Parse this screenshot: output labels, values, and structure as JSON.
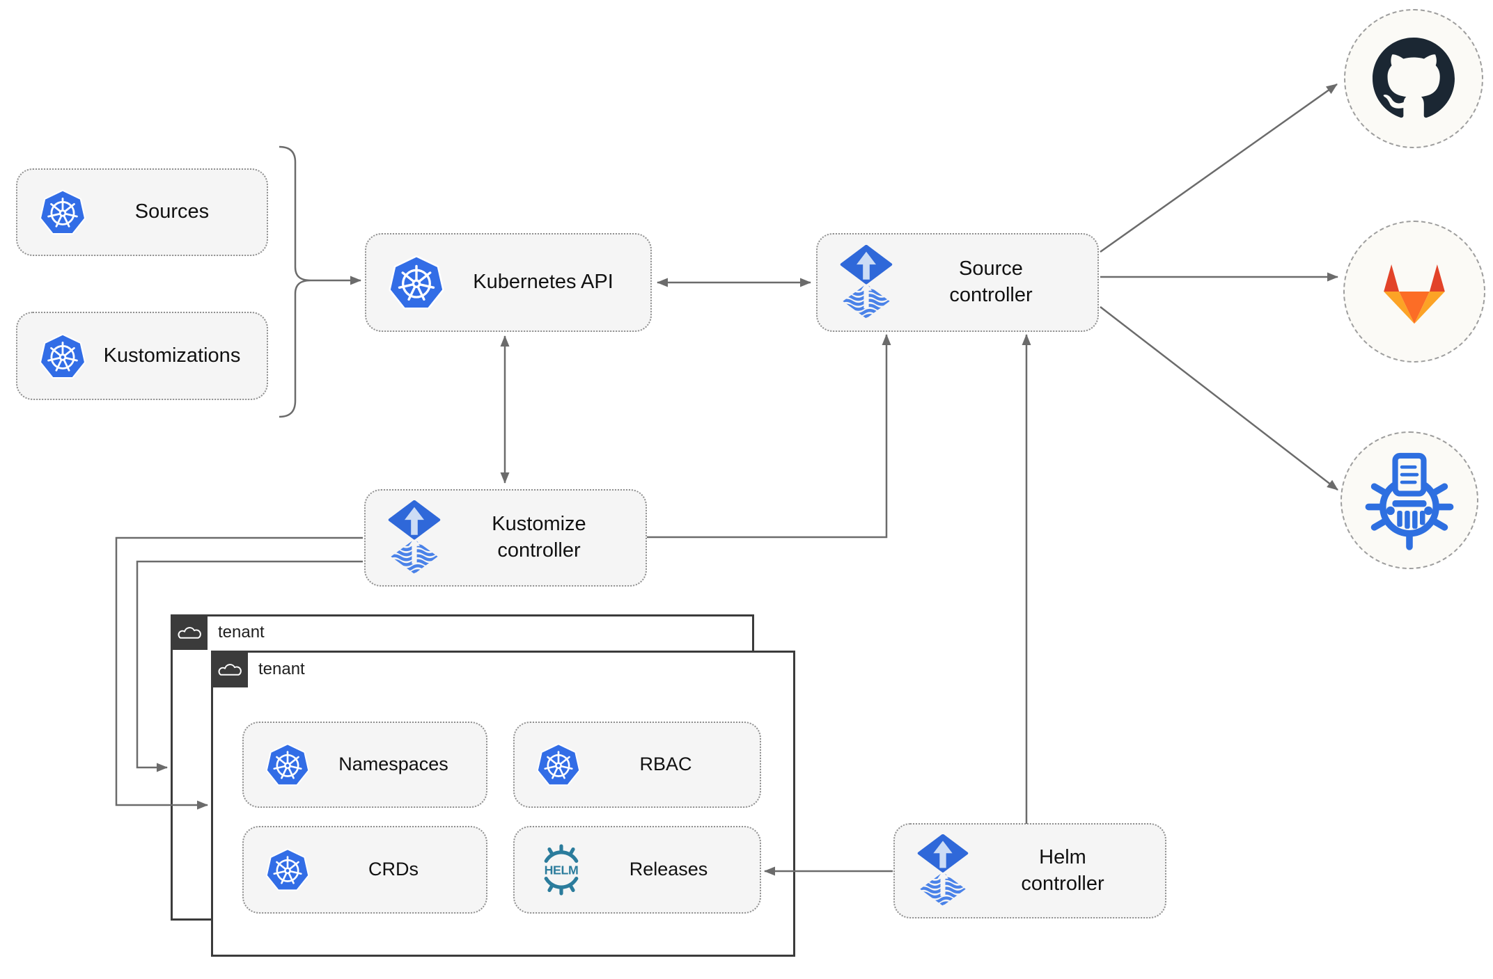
{
  "nodes": {
    "sources": {
      "label": "Sources"
    },
    "kustomizations": {
      "label": "Kustomizations"
    },
    "kubernetes_api": {
      "label": "Kubernetes API"
    },
    "source_controller": {
      "label": "Source\ncontroller"
    },
    "kustomize_controller": {
      "label": "Kustomize\ncontroller"
    },
    "helm_controller": {
      "label": "Helm\ncontroller"
    },
    "tenant_back": {
      "label": "tenant"
    },
    "tenant_front": {
      "label": "tenant"
    },
    "namespaces": {
      "label": "Namespaces"
    },
    "rbac": {
      "label": "RBAC"
    },
    "crds": {
      "label": "CRDs"
    },
    "releases": {
      "label": "Releases"
    }
  },
  "icons": {
    "helm_wordmark": "HELM",
    "kubernetes": "kubernetes-logo",
    "flux": "flux-logo",
    "helm": "helm-wheel-logo",
    "github": "github-logo",
    "gitlab": "gitlab-fox-logo",
    "registry": "kustomize-wheel-document-logo",
    "cloud": "cloud-icon"
  },
  "colors": {
    "kubernetes_blue": "#326de6",
    "flux_blue": "#2f68d9",
    "flux_light_arrow": "#ccdcf5",
    "flux_wave_blue": "#4a82e8",
    "helm_teal": "#2b7c9c",
    "github_dark": "#1b2733",
    "gitlab_red_orange": "#e24329",
    "gitlab_orange": "#fc6d26",
    "gitlab_amber": "#fca326",
    "node_background": "#f5f5f5",
    "node_border": "#8f8f8f",
    "connector_gray": "#6b6b6b",
    "tenant_dark": "#3b3b3b"
  }
}
